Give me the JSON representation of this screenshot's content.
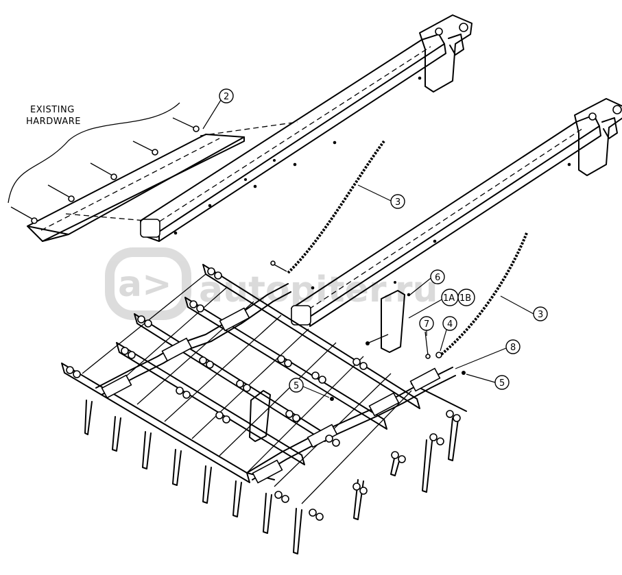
{
  "note": {
    "line1": "EXISTING",
    "line2": "HARDWARE"
  },
  "watermark": {
    "glyph": "a>",
    "text": "autopiter.ru"
  },
  "callouts": [
    {
      "id": "c2",
      "label": "2"
    },
    {
      "id": "c3a",
      "label": "3"
    },
    {
      "id": "c3b",
      "label": "3"
    },
    {
      "id": "c6",
      "label": "6"
    },
    {
      "id": "c1a",
      "label": "1A"
    },
    {
      "id": "c1b",
      "label": "1B"
    },
    {
      "id": "c7",
      "label": "7"
    },
    {
      "id": "c4",
      "label": "4"
    },
    {
      "id": "c8",
      "label": "8"
    },
    {
      "id": "c5a",
      "label": "5"
    },
    {
      "id": "c5b",
      "label": "5"
    }
  ]
}
